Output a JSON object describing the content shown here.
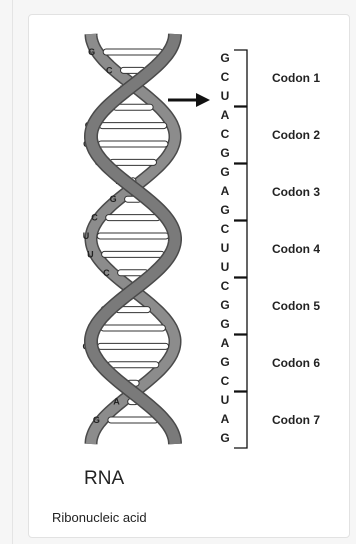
{
  "caption": {
    "title": "RNA",
    "subtitle": "Ribonucleic acid"
  },
  "strand_bases": [
    "G",
    "C",
    "U",
    "A",
    "C",
    "G",
    "G",
    "A",
    "G",
    "C",
    "U",
    "U",
    "C",
    "G",
    "G",
    "A",
    "G",
    "C",
    "U",
    "A",
    "G"
  ],
  "codons": [
    {
      "bases": [
        "G",
        "C",
        "U"
      ],
      "label": "Codon 1"
    },
    {
      "bases": [
        "A",
        "C",
        "G"
      ],
      "label": "Codon 2"
    },
    {
      "bases": [
        "G",
        "A",
        "G"
      ],
      "label": "Codon 3"
    },
    {
      "bases": [
        "C",
        "U",
        "U"
      ],
      "label": "Codon 4"
    },
    {
      "bases": [
        "C",
        "G",
        "G"
      ],
      "label": "Codon 5"
    },
    {
      "bases": [
        "A",
        "G",
        "C"
      ],
      "label": "Codon 6"
    },
    {
      "bases": [
        "U",
        "A",
        "G"
      ],
      "label": "Codon 7"
    }
  ],
  "icons": {
    "arrow": "arrow-right-icon",
    "helix": "rna-helix-icon"
  },
  "colors": {
    "backbone": "#7a7a7a",
    "backbone_dark": "#4a4a4a",
    "text": "#222222",
    "card": "#ffffff"
  }
}
